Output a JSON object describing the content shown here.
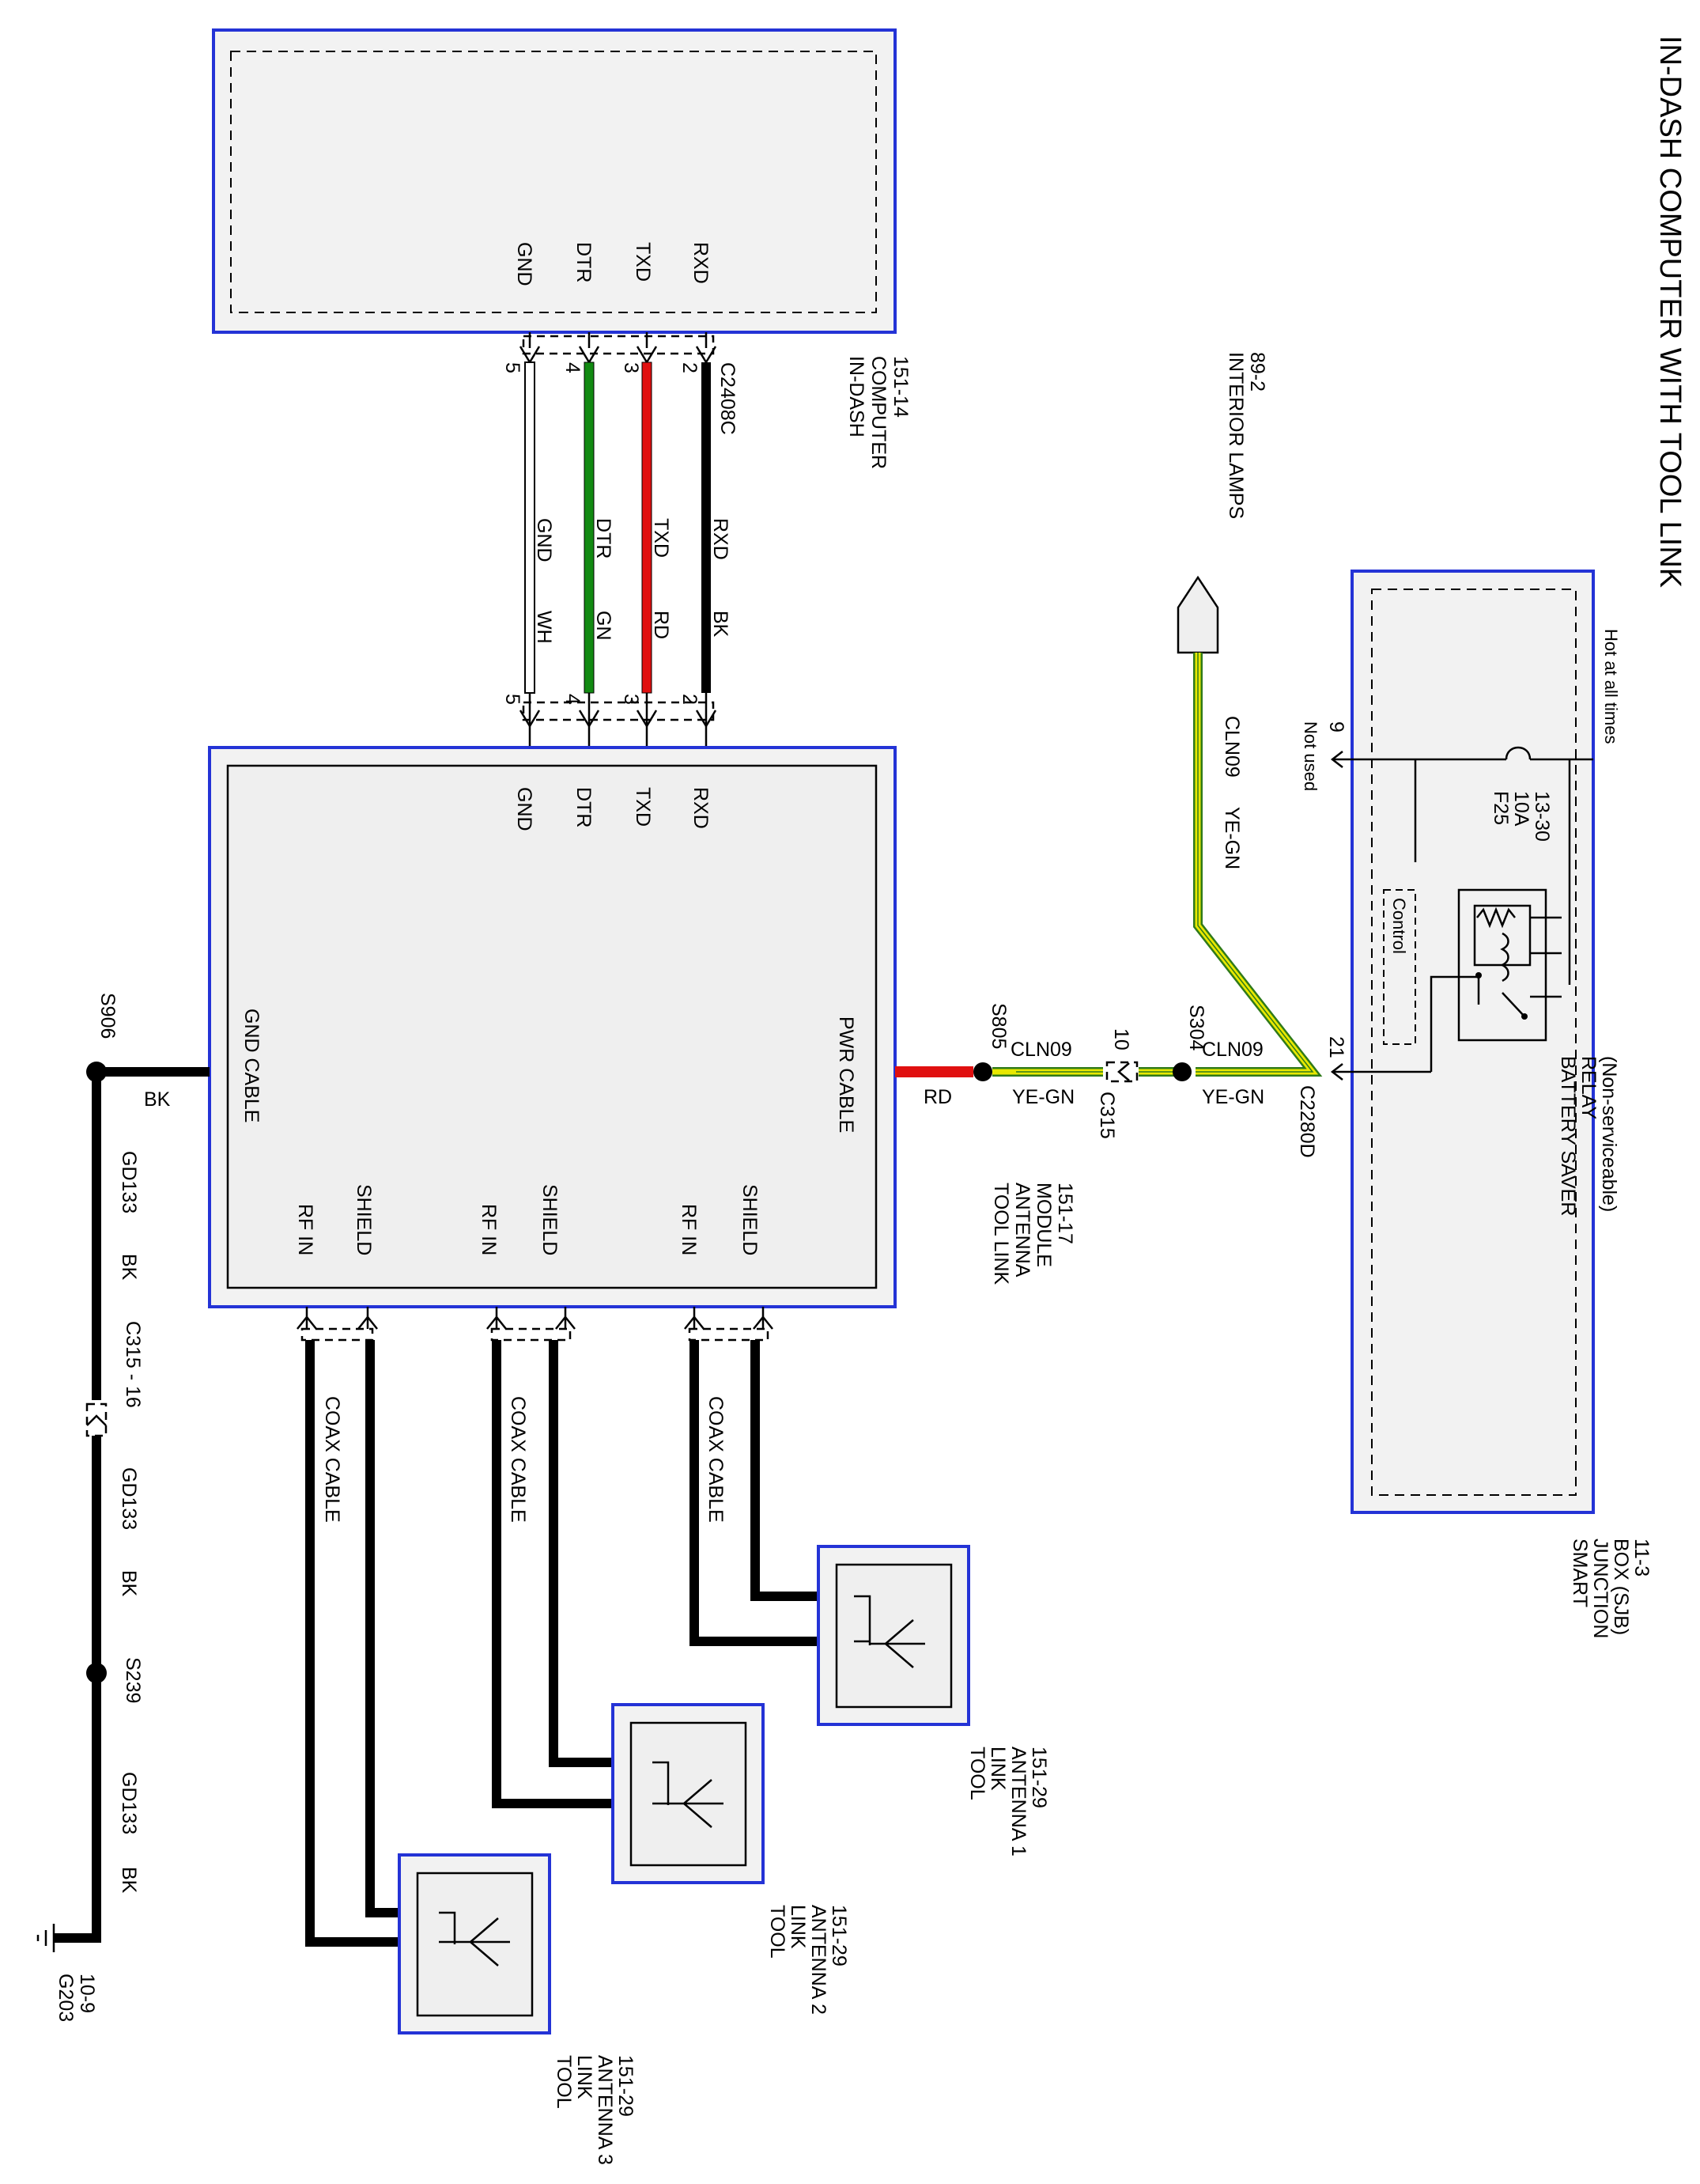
{
  "title": "IN-DASH COMPUTER WITH TOOL LINK",
  "components": {
    "in_dash_computer": {
      "name_lines": [
        "IN-DASH",
        "COMPUTER",
        "151-14"
      ],
      "pins": [
        "GND",
        "DTR",
        "TXD",
        "RXD"
      ]
    },
    "tool_link_module": {
      "name_lines": [
        "TOOL LINK",
        "ANTENNA",
        "MODULE",
        "151-17"
      ],
      "pins": [
        "GND",
        "DTR",
        "TXD",
        "RXD"
      ],
      "pwr": "PWR CABLE",
      "gnd": "GND CABLE",
      "rf_pins": [
        "SHIELD",
        "RF IN",
        "SHIELD",
        "RF IN",
        "SHIELD",
        "RF IN"
      ]
    },
    "sjb": {
      "name_lines": [
        "SMART",
        "JUNCTION",
        "BOX (SJB)",
        "11-3"
      ],
      "hot": "Hot at all times",
      "fuse_lines": [
        "F25",
        "10A",
        "13-30"
      ],
      "not_used": "Not used",
      "pin_9": "9",
      "pin_21": "21",
      "relay_lines": [
        "BATTERY SAVER",
        "RELAY",
        "(Non-serviceable)"
      ],
      "control": "Control"
    },
    "interior_lamps": {
      "name_lines": [
        "INTERIOR LAMPS",
        "89-2"
      ]
    },
    "antenna1": {
      "name_lines": [
        "TOOL",
        "LINK",
        "ANTENNA 1",
        "151-29"
      ]
    },
    "antenna2": {
      "name_lines": [
        "TOOL",
        "LINK",
        "ANTENNA 2",
        "151-29"
      ]
    },
    "antenna3": {
      "name_lines": [
        "TOOL",
        "LINK",
        "ANTENNA 3",
        "151-29"
      ]
    },
    "ground": {
      "name_lines": [
        "G203",
        "10-9"
      ]
    }
  },
  "connectors": {
    "c2408c": "C2408C",
    "c2408c_pins": [
      "5",
      "4",
      "3",
      "2"
    ],
    "c2280d": "C2280D",
    "c315": "C315",
    "c315_pin": "10",
    "c315_16": "C315 - 16"
  },
  "splices": {
    "s304": "S304",
    "s805": "S805",
    "s906": "S906",
    "s239": "S239"
  },
  "wires": {
    "data": [
      {
        "signal": "GND",
        "color_code": "WH",
        "hex": "#ffffff"
      },
      {
        "signal": "DTR",
        "color_code": "GN",
        "hex": "#128a12"
      },
      {
        "signal": "TXD",
        "color_code": "RD",
        "hex": "#e01010"
      },
      {
        "signal": "RXD",
        "color_code": "BK",
        "hex": "#000000"
      }
    ],
    "cln09": "CLN09",
    "ye_gn": "YE-GN",
    "rd": "RD",
    "bk": "BK",
    "gd133": "GD133",
    "coax": "COAX CABLE"
  },
  "colors": {
    "box_outline": "#2433d6",
    "ye_gn_stripe": "#e8e800",
    "ye_gn_outline": "#2f7a1a",
    "power_red": "#e01010"
  }
}
